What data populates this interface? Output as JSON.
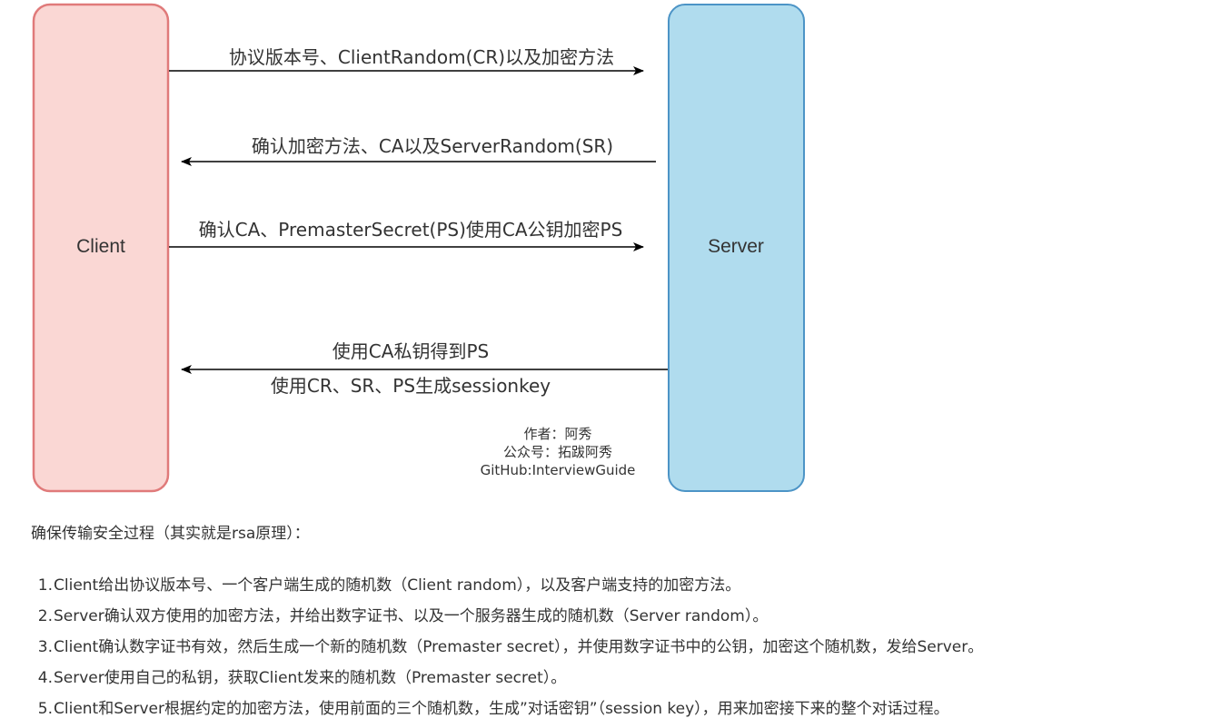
{
  "diagram": {
    "client_label": "Client",
    "server_label": "Server",
    "client_color": "#fad7d4",
    "client_border": "#e07a7a",
    "server_color": "#b0dcee",
    "server_border": "#4c94c6",
    "messages": [
      {
        "text": "协议版本号、ClientRandom(CR)以及加密方法",
        "direction": "to-server"
      },
      {
        "text": "确认加密方法、CA以及ServerRandom(SR)",
        "direction": "to-client"
      },
      {
        "text": "确认CA、PremasterSecret(PS)使用CA公钥加密PS",
        "direction": "to-server"
      },
      {
        "text": "使用CA私钥得到PS",
        "direction": "to-client",
        "below_text": "使用CR、SR、PS生成sessionkey"
      }
    ],
    "credits": [
      "作者：阿秀",
      "公众号：拓跋阿秀",
      "GitHub:InterviewGuide"
    ]
  },
  "prose": {
    "intro": "确保传输安全过程（其实就是rsa原理）：",
    "steps": [
      "Client给出协议版本号、一个客户端生成的随机数（Client random），以及客户端支持的加密方法。",
      "Server确认双方使用的加密方法，并给出数字证书、以及一个服务器生成的随机数（Server random）。",
      "Client确认数字证书有效，然后生成一个新的随机数（Premaster secret），并使用数字证书中的公钥，加密这个随机数，发给Server。",
      "Server使用自己的私钥，获取Client发来的随机数（Premaster secret）。",
      "Client和Server根据约定的加密方法，使用前面的三个随机数，生成”对话密钥”（session key），用来加密接下来的整个对话过程。"
    ]
  }
}
